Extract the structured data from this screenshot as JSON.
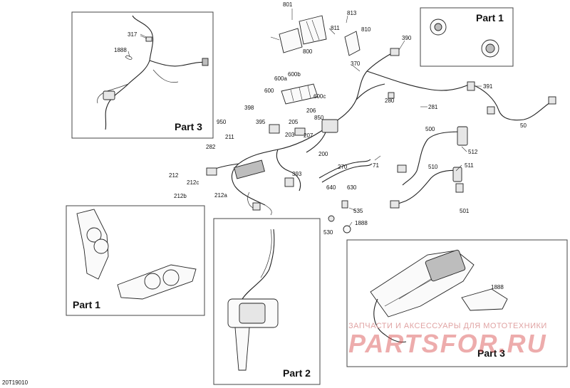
{
  "diagram": {
    "figure_code": "20T19010",
    "panels": [
      {
        "id": "part3-top",
        "label": "Part 3"
      },
      {
        "id": "part1-top",
        "label": "Part 1"
      },
      {
        "id": "part1-bottom",
        "label": "Part 1"
      },
      {
        "id": "part2-bottom",
        "label": "Part 2"
      },
      {
        "id": "part3-bottom",
        "label": "Part 3"
      }
    ],
    "callouts": [
      "801",
      "813",
      "811",
      "810",
      "800",
      "317",
      "1888",
      "390",
      "370",
      "600b",
      "600a",
      "600",
      "600c",
      "391",
      "280",
      "281",
      "398",
      "950",
      "395",
      "206",
      "205",
      "850",
      "207",
      "203",
      "50",
      "211",
      "282",
      "200",
      "500",
      "212",
      "212c",
      "212b",
      "212a",
      "393",
      "270",
      "71",
      "512",
      "511",
      "510",
      "640",
      "630",
      "535",
      "501",
      "530",
      "1888",
      "1888"
    ],
    "watermark": {
      "line1": "ЗАПЧАСТИ И АКСЕССУАРЫ ДЛЯ МОТОТЕХНИКИ",
      "line2": "PARTSFOR.RU"
    }
  }
}
